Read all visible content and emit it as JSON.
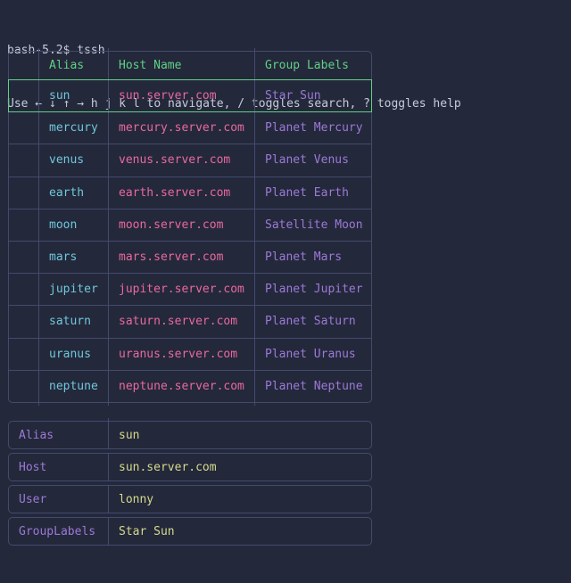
{
  "terminal": {
    "prompt_line": "bash-5.2$ tssh",
    "help_line": "Use ← ↓ ↑ → h j k l to navigate, / toggles search, ? toggles help"
  },
  "hosts_table": {
    "columns": [
      "",
      "Alias",
      "Host Name",
      "Group Labels"
    ],
    "rows": [
      {
        "alias": "sun",
        "host": "sun.server.com",
        "group": "Star Sun",
        "selected": true
      },
      {
        "alias": "mercury",
        "host": "mercury.server.com",
        "group": "Planet Mercury",
        "selected": false
      },
      {
        "alias": "venus",
        "host": "venus.server.com",
        "group": "Planet Venus",
        "selected": false
      },
      {
        "alias": "earth",
        "host": "earth.server.com",
        "group": "Planet Earth",
        "selected": false
      },
      {
        "alias": "moon",
        "host": "moon.server.com",
        "group": "Satellite Moon",
        "selected": false
      },
      {
        "alias": "mars",
        "host": "mars.server.com",
        "group": "Planet Mars",
        "selected": false
      },
      {
        "alias": "jupiter",
        "host": "jupiter.server.com",
        "group": "Planet Jupiter",
        "selected": false
      },
      {
        "alias": "saturn",
        "host": "saturn.server.com",
        "group": "Planet Saturn",
        "selected": false
      },
      {
        "alias": "uranus",
        "host": "uranus.server.com",
        "group": "Planet Uranus",
        "selected": false
      },
      {
        "alias": "neptune",
        "host": "neptune.server.com",
        "group": "Planet Neptune",
        "selected": false
      }
    ]
  },
  "detail_panel": {
    "rows": [
      {
        "label": "Alias",
        "value": "sun"
      },
      {
        "label": "Host",
        "value": "sun.server.com"
      },
      {
        "label": "User",
        "value": "lonny"
      },
      {
        "label": "GroupLabels",
        "value": "Star Sun"
      }
    ]
  },
  "colors": {
    "background": "#24283b",
    "foreground": "#c6ccd8",
    "border": "#434b6d",
    "accent_green": "#60d184",
    "alias_cyan": "#6fc8da",
    "host_pink": "#e86a9e",
    "group_purple": "#9b7ad6",
    "value_yellow": "#d4da8b"
  }
}
